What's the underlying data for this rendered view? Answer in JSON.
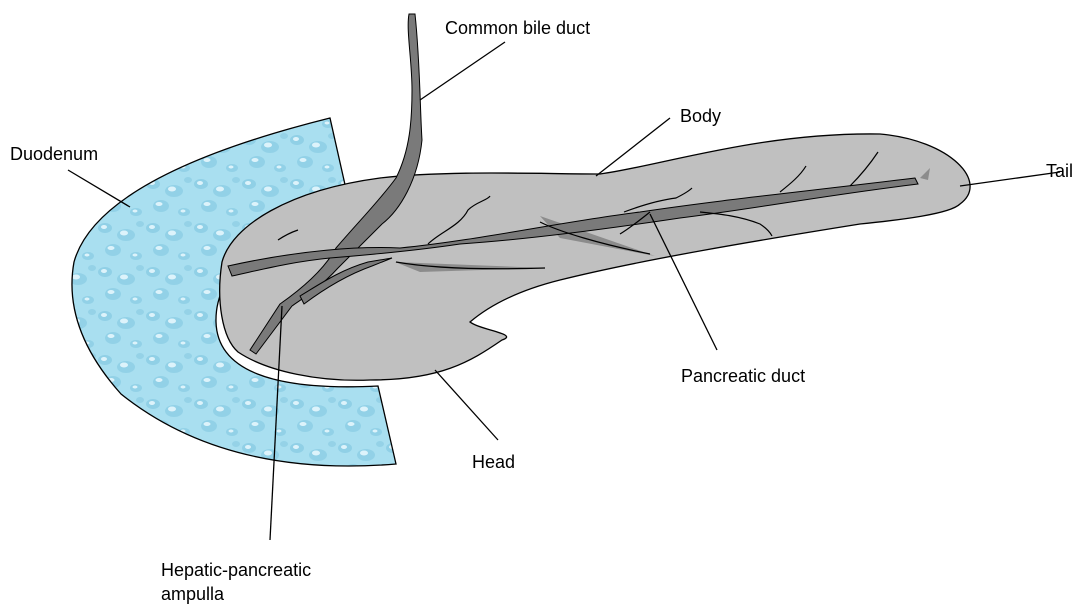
{
  "diagram": {
    "labels": {
      "common_bile_duct": "Common bile duct",
      "duodenum": "Duodenum",
      "body": "Body",
      "tail": "Tail",
      "pancreatic_duct": "Pancreatic duct",
      "head": "Head",
      "ampulla_line1": "Hepatic-pancreatic",
      "ampulla_line2": "ampulla"
    },
    "colors": {
      "duodenum_fill": "#a9dff0",
      "duodenum_dark": "#7cc3dd",
      "duodenum_light": "#e6f8fd",
      "pancreas_fill": "#c0c0c0",
      "duct_fill": "#7a7a7a",
      "outline": "#000000"
    }
  }
}
